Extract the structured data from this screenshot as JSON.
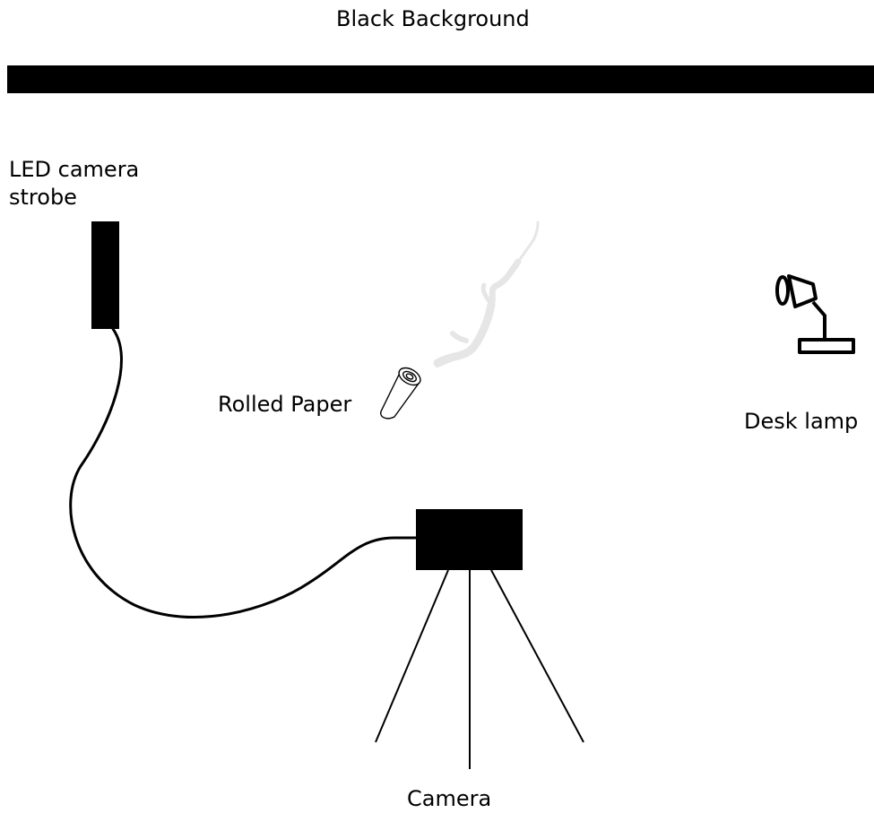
{
  "labels": {
    "background": "Black Background",
    "strobe": "LED camera strobe",
    "paper": "Rolled Paper",
    "lamp": "Desk lamp",
    "camera": "Camera"
  },
  "colors": {
    "ink": "#000000",
    "smoke": "#e6e6e6",
    "page": "#ffffff"
  }
}
